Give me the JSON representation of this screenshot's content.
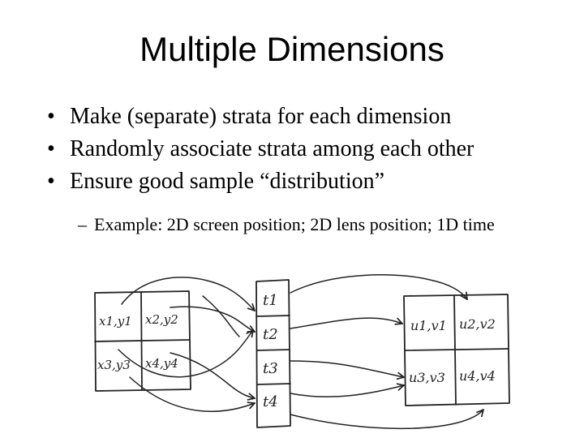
{
  "slide": {
    "title": "Multiple Dimensions",
    "bullet_glyph": "•",
    "bullets": [
      "Make (separate) strata for each dimension",
      "Randomly associate strata among each other",
      "Ensure good sample “distribution”"
    ],
    "sub_bullet": {
      "glyph": "–",
      "text": "Example: 2D screen position; 2D lens position; 1D time"
    }
  },
  "diagram": {
    "screen_cells": [
      "x1,y1",
      "x2,y2",
      "x3,y3",
      "x4,y4"
    ],
    "time_cells": [
      "t1",
      "t2",
      "t3",
      "t4"
    ],
    "lens_cells": [
      "u1,v1",
      "u2,v2",
      "u3,v3",
      "u4,v4"
    ]
  }
}
